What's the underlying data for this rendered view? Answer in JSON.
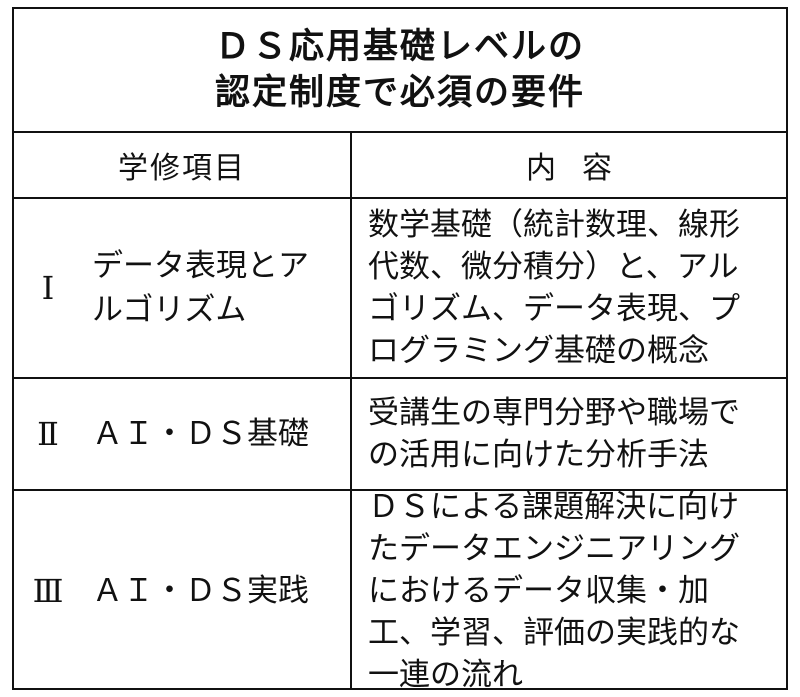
{
  "title": {
    "line1": "ＤＳ応用基礎レベルの",
    "line2": "認定制度で必須の要件"
  },
  "header": {
    "col1": "学修項目",
    "col2": "内容"
  },
  "rows": [
    {
      "number": "Ⅰ",
      "item": "データ表現とア\nルゴリズム",
      "content": "数学基礎（統計数理、線形\n代数、微分積分）と、アル\nゴリズム、データ表現、プ\nログラミング基礎の概念"
    },
    {
      "number": "Ⅱ",
      "item": "ＡＩ・ＤＳ基礎",
      "content": "受講生の専門分野や職場で\nの活用に向けた分析手法"
    },
    {
      "number": "Ⅲ",
      "item": "ＡＩ・ＤＳ実践",
      "content": "ＤＳによる課題解決に向け\nたデータエンジニアリング\nにおけるデータ収集・加\n工、学習、評価の実践的な\n一連の流れ"
    }
  ]
}
